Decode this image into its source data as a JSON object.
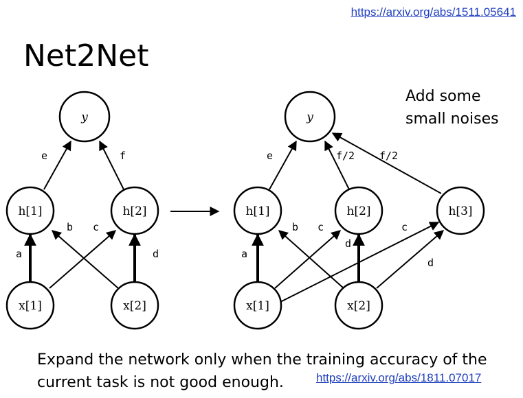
{
  "top_link": "https://arxiv.org/abs/1511.05641",
  "title": "Net2Net",
  "note": [
    "Add some",
    "small noises"
  ],
  "caption": [
    "Expand the network only when the training accuracy of the",
    "current task is not good enough."
  ],
  "bottom_link": "https://arxiv.org/abs/1811.07017",
  "diagram": {
    "left": {
      "nodes": {
        "y": "y",
        "h1": "h[1]",
        "h2": "h[2]",
        "x1": "x[1]",
        "x2": "x[2]"
      },
      "edge_labels": {
        "e": "e",
        "f": "f",
        "a": "a",
        "b": "b",
        "c": "c",
        "d": "d"
      }
    },
    "right": {
      "nodes": {
        "y": "y",
        "h1": "h[1]",
        "h2": "h[2]",
        "h3": "h[3]",
        "x1": "x[1]",
        "x2": "x[2]"
      },
      "edge_labels": {
        "e": "e",
        "f2a": "f/2",
        "f2b": "f/2",
        "a": "a",
        "b": "b",
        "c": "c",
        "c2": "c",
        "d": "d",
        "d2": "d"
      }
    }
  },
  "colors": {
    "link": "#1f3fbf",
    "ink": "#000000"
  }
}
